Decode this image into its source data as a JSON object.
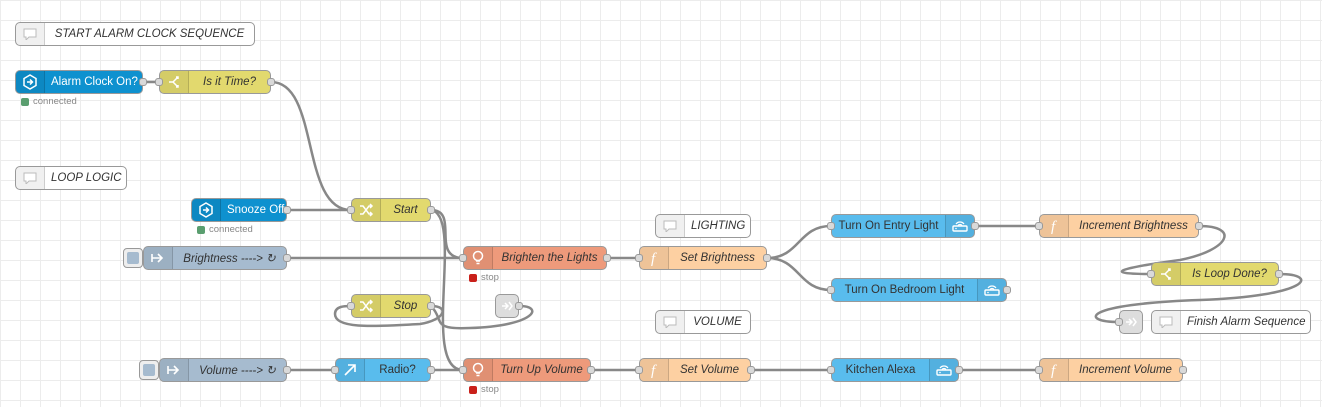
{
  "colors": {
    "comment": "#ffffff",
    "mqtt": "#0e91cf",
    "switch": "#e2d96e",
    "change": "#e2d96e",
    "inject": "#a6bbcf",
    "template": "#ee9a7b",
    "function": "#fdd0a2",
    "api": "#59bced",
    "link": "#dddddd",
    "wire": "#888888",
    "status_green": "#5a9e6f",
    "status_red": "#c9201a"
  },
  "icons": {
    "comment": "comment-icon",
    "mqtt": "hexagon-arrow-icon",
    "switch": "switch-arrows-icon",
    "change": "shuffle-icon",
    "inject": "inject-arrow-icon",
    "template": "lightbulb-icon",
    "function": "function-f-icon",
    "api": "router-icon",
    "link": "link-icon",
    "arrow": "diagonal-arrow-icon"
  },
  "nodes": {
    "comment_start": {
      "label": "START ALARM CLOCK SEQUENCE"
    },
    "comment_loop": {
      "label": "LOOP LOGIC"
    },
    "comment_lighting": {
      "label": "LIGHTING"
    },
    "comment_volume": {
      "label": "VOLUME"
    },
    "comment_finish": {
      "label": "Finish Alarm Sequence"
    },
    "alarm_clock_on": {
      "label": "Alarm Clock On?",
      "status": "connected"
    },
    "is_it_time": {
      "label": "Is it Time?"
    },
    "snooze_off": {
      "label": "Snooze Off",
      "status": "connected"
    },
    "start": {
      "label": "Start"
    },
    "brightness_inject": {
      "label": "Brightness ----> ↻"
    },
    "brighten_lights": {
      "label": "Brighten the Lights",
      "status": "stop"
    },
    "set_brightness": {
      "label": "Set Brightness"
    },
    "entry_light": {
      "label": "Turn On Entry Light"
    },
    "bedroom_light": {
      "label": "Turn On Bedroom Light"
    },
    "increment_brightness": {
      "label": "Increment Brightness"
    },
    "is_loop_done": {
      "label": "Is Loop Done?"
    },
    "stop": {
      "label": "Stop"
    },
    "volume_inject": {
      "label": "Volume ----> ↻"
    },
    "radio": {
      "label": "Radio?"
    },
    "turn_up_volume": {
      "label": "Turn Up Volume",
      "status": "stop"
    },
    "set_volume": {
      "label": "Set Volume"
    },
    "kitchen_alexa": {
      "label": "Kitchen Alexa"
    },
    "increment_volume": {
      "label": "Increment Volume"
    }
  }
}
